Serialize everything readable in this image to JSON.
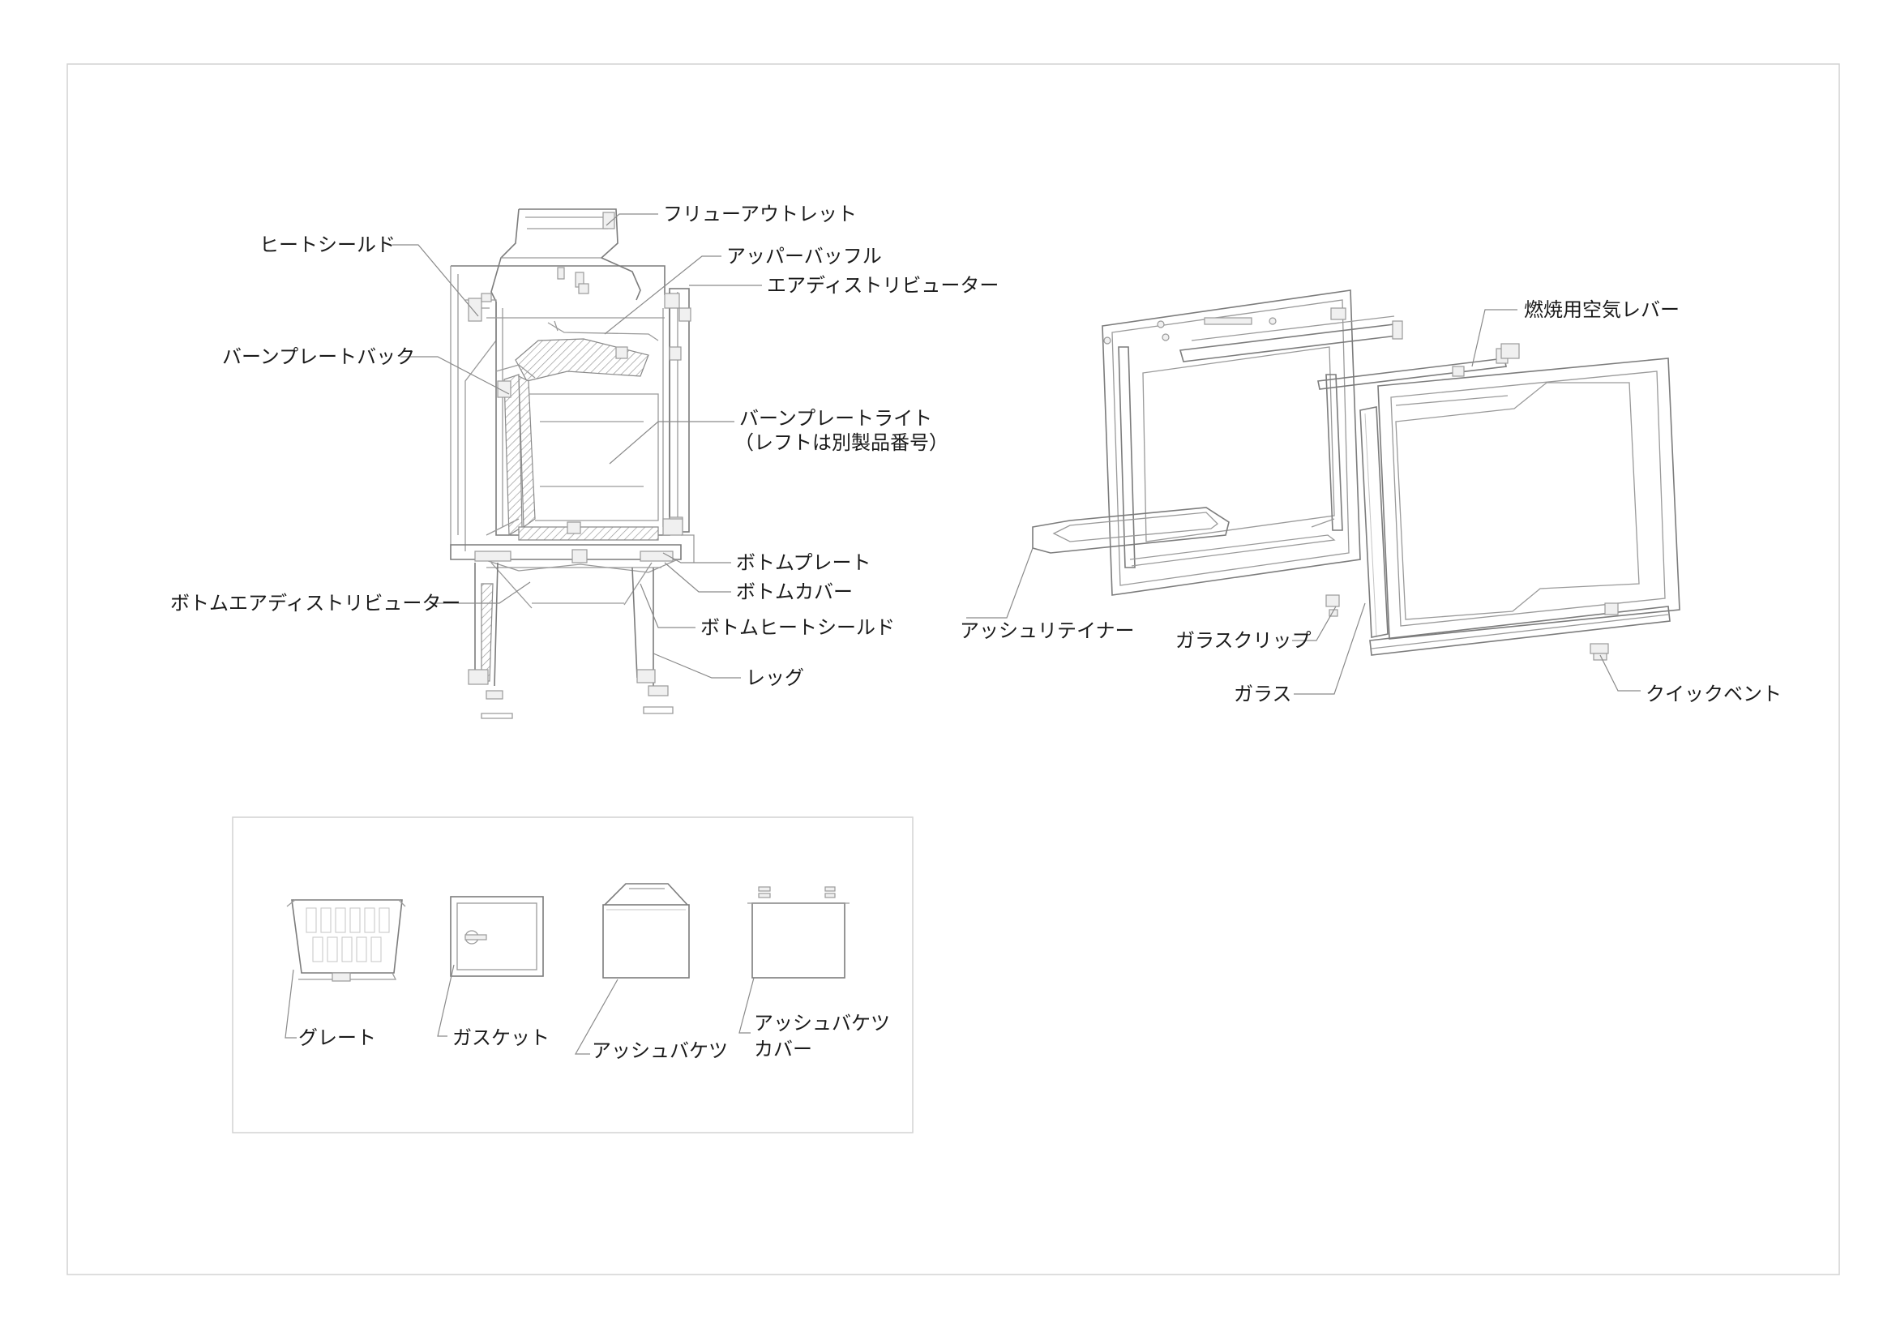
{
  "labels": {
    "flue_outlet": "フリューアウトレット",
    "heat_shield": "ヒートシールド",
    "upper_baffle": "アッパーバッフル",
    "air_distributor": "エアディストリビューター",
    "burn_plate_back": "バーンプレートバック",
    "burn_plate_right_line1": "バーンプレートライト",
    "burn_plate_right_line2": "（レフトは別製品番号）",
    "bottom_plate": "ボトムプレート",
    "bottom_cover": "ボトムカバー",
    "bottom_air_distributor": "ボトムエアディストリビューター",
    "bottom_heat_shield": "ボトムヒートシールド",
    "leg": "レッグ",
    "combustion_air_lever": "燃焼用空気レバー",
    "ash_retainer": "アッシュリテイナー",
    "glass_clip": "ガラスクリップ",
    "glass": "ガラス",
    "quick_vent": "クイックベント",
    "grate": "グレート",
    "gasket": "ガスケット",
    "ash_bucket": "アッシュバケツ",
    "ash_bucket_cover_line1": "アッシュバケツ",
    "ash_bucket_cover_line2": "カバー"
  },
  "colors": {
    "frame": "#d2d2d2",
    "line": "#9a9a9a",
    "text": "#1a1a1a"
  }
}
